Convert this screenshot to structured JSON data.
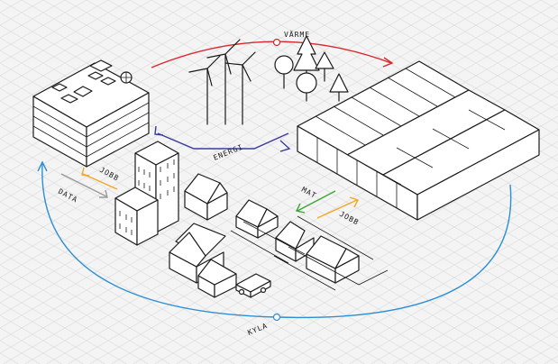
{
  "labels": {
    "varme": "VÄRME",
    "energi": "ENERGI",
    "jobb_left": "JOBB",
    "data": "DATA",
    "mat": "MAT",
    "jobb_right": "JOBB",
    "kyla": "KYLA"
  },
  "colors": {
    "varme": "#d9262c",
    "energi": "#3b3b9e",
    "jobb": "#f5a623",
    "data": "#9a9a9a",
    "mat": "#3aa635",
    "kyla": "#2c8fd6",
    "grid": "#dddddd",
    "ink": "#1a1a1a"
  }
}
